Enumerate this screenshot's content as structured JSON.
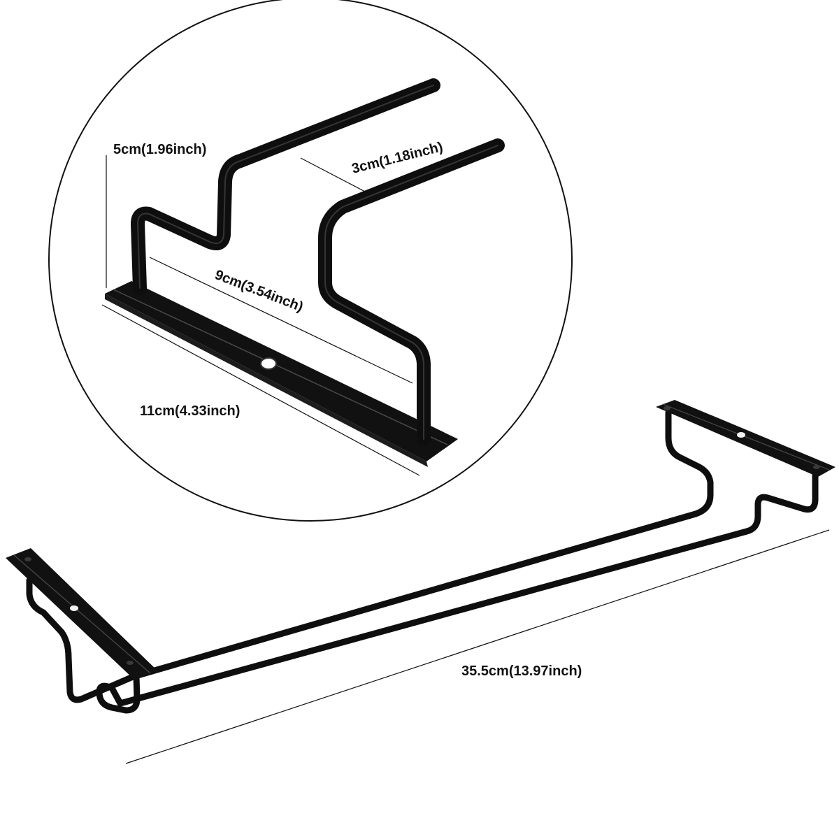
{
  "colors": {
    "background": "#ffffff",
    "metal": "#0e0e0e",
    "metal_highlight": "#5a5a5a",
    "text": "#111111"
  },
  "inset": {
    "labels": {
      "height": "5cm(1.96inch)",
      "gap": "3cm(1.18inch)",
      "depth": "9cm(3.54inch)",
      "plate_length": "11cm(4.33inch)"
    }
  },
  "main": {
    "labels": {
      "total_length": "35.5cm(13.97inch)"
    }
  }
}
